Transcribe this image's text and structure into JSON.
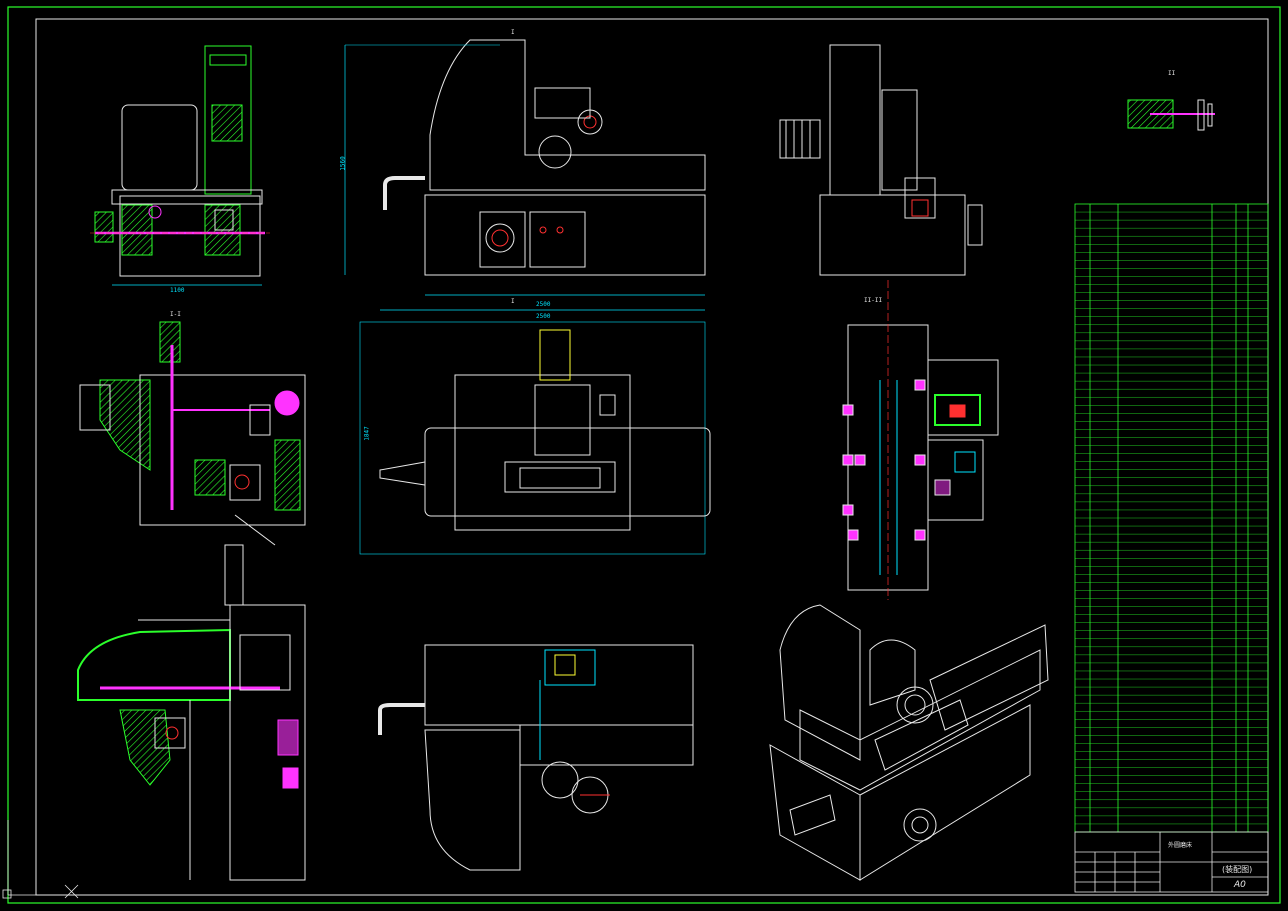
{
  "drawing": {
    "sheet_size": "A0",
    "view_label_top": "I",
    "view_label_right": "II",
    "section_label": "I-I",
    "section_label_right": "II-II",
    "dim_front_width": "2500",
    "dim_front_height": "1560",
    "dim_top_depth": "1847",
    "dim_top_overall": "2500",
    "dim_side_width": "1100"
  },
  "title_block": {
    "title": "(装配图)",
    "project": "外圆磨床",
    "sheet": "A0"
  },
  "colors": {
    "background": "#000000",
    "frame": "#2bff2b",
    "lines": "#e8e8e8",
    "dims": "#00e5ff",
    "hatch": "#2bff2b",
    "accent": "#ff33ff",
    "center": "#ff3030",
    "highlight": "#ffff33"
  }
}
